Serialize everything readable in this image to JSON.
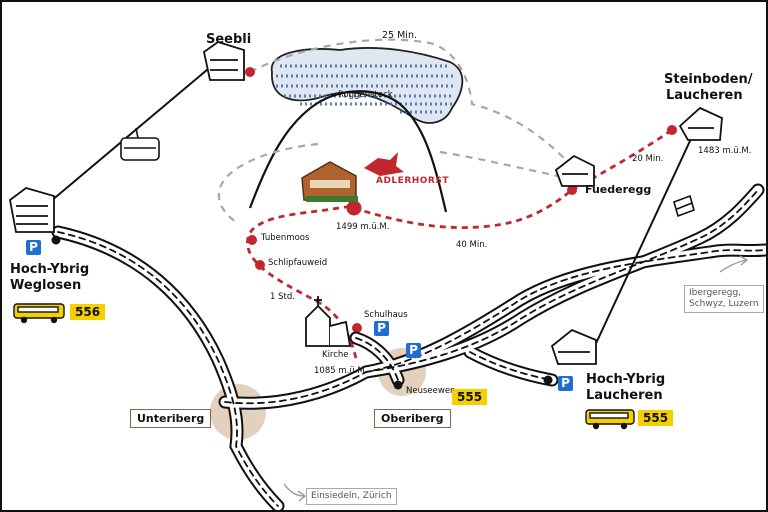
{
  "map": {
    "places": {
      "seebli": "Seebli",
      "roggenstock": "Roggenstock",
      "steinboden_line1": "Steinboden/",
      "steinboden_line2": "Laucheren",
      "steinboden_alt": "1483 m.ü.M.",
      "fuederegg": "Fuederegg",
      "adlerhorst_alt": "1499 m.ü.M.",
      "tubenmoos": "Tubenmoos",
      "schlipfauweid": "Schlipfauweid",
      "schulhaus": "Schulhaus",
      "kirche": "Kirche",
      "kirche_alt": "1085 m.ü.M.",
      "neuseewen": "Neuseewen",
      "weglosen_line1": "Hoch-Ybrig",
      "weglosen_line2": "Weglosen",
      "laucheren_line1": "Hoch-Ybrig",
      "laucheren_line2": "Laucheren"
    },
    "logo": "ADLERHORST",
    "times": {
      "seebli_loop": "25 Min.",
      "steinboden_fuederegg": "20 Min.",
      "adlerhorst_fuederegg": "40 Min.",
      "schulhaus_adlerhorst": "1 Std."
    },
    "villages": {
      "unteriberg": "Unteriberg",
      "oberiberg": "Oberiberg"
    },
    "directions": {
      "east_line1": "Ibergeregg,",
      "east_line2": "Schwyz, Luzern",
      "south": "Einsiedeln, Zürich"
    },
    "bus_lines": {
      "weglosen": "556",
      "oberiberg": "555",
      "laucheren": "555"
    },
    "parking_label": "P",
    "icons": [
      "gondola-icon",
      "chairlift-icon",
      "bus-icon",
      "parking-icon",
      "station-hut-icon",
      "church-icon",
      "chalet-icon",
      "eagle-logo-icon"
    ],
    "colors": {
      "trail": "#c0282d",
      "gray_trail": "#a8a8a8",
      "lake": "#4a6fa5",
      "road": "#111111",
      "village_halo": "#d9c6ac",
      "parking": "#1f6fd1",
      "bus": "#f5d000"
    }
  }
}
